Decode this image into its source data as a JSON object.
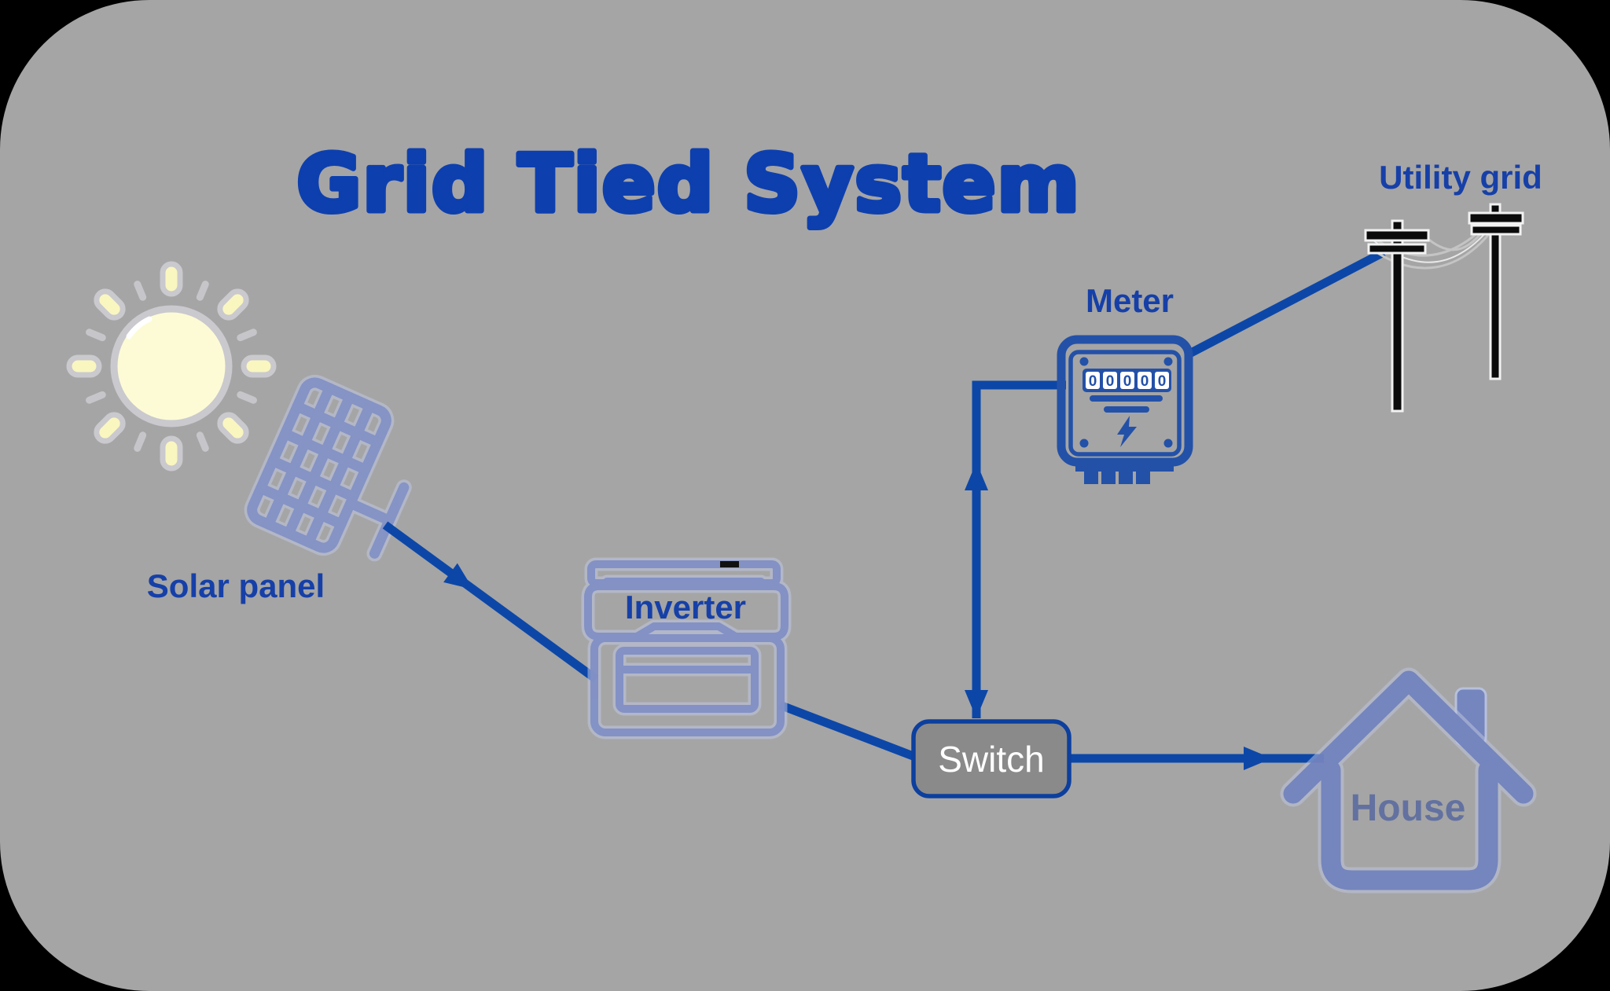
{
  "title": "Grid Tied System",
  "labels": {
    "solar_panel": "Solar panel",
    "inverter": "Inverter",
    "switch": "Switch",
    "meter": "Meter",
    "utility_grid": "Utility grid",
    "house": "House"
  },
  "meter": {
    "digits": [
      "0",
      "0",
      "0",
      "0",
      "0"
    ]
  },
  "colors": {
    "background_gray": "#a5a5a5",
    "frame_black": "#000000",
    "title_blue": "#0d3fae",
    "label_blue": "#1640a8",
    "arrow_blue": "#0c47a8",
    "meter_blue": "#2351a8",
    "muted_icon_blue": "#8190c5",
    "house_blue": "#7384bf",
    "house_text_blue": "#5f6fa0",
    "switch_fill_gray": "#8a8a8a",
    "sun_core_yellow": "#fdfbd6",
    "sun_ray_yellow": "#faf6c0",
    "sun_outline_gray": "#c9c9ce",
    "pole_black": "#0b0b0b",
    "powerline_gray": "#c4c4c4"
  }
}
